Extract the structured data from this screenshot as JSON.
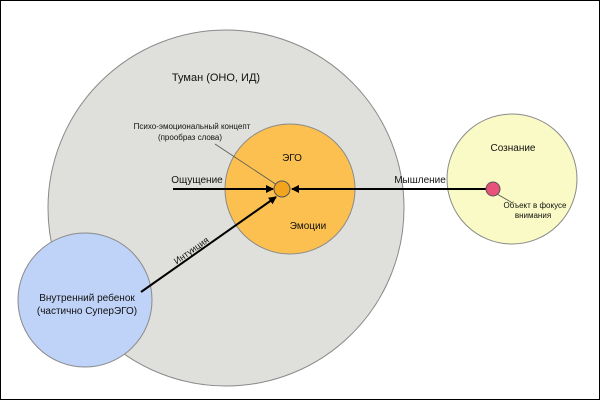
{
  "diagram": {
    "fog": {
      "label": "Туман (ОНО, ИД)",
      "fill": "#dfe0dc"
    },
    "ego": {
      "label": "ЭГО",
      "sublabel": "Эмоции",
      "fill": "#fbc050"
    },
    "concept": {
      "line1": "Психо-эмоциональный концепт",
      "line2": "(прообраз слова)",
      "fill": "#f2a41f"
    },
    "consciousness": {
      "label": "Сознание",
      "fill": "#fafac6"
    },
    "focus_object": {
      "line1": "Объект в фокусе",
      "line2": "внимания",
      "fill": "#e8517a"
    },
    "inner_child": {
      "line1": "Внутренний ребенок",
      "line2": "(частично СуперЭГО)",
      "fill": "#bfd2f7"
    },
    "arrows": {
      "sensation": "Ощущение",
      "thinking": "Мышление",
      "intuition": "Интуиция"
    }
  }
}
